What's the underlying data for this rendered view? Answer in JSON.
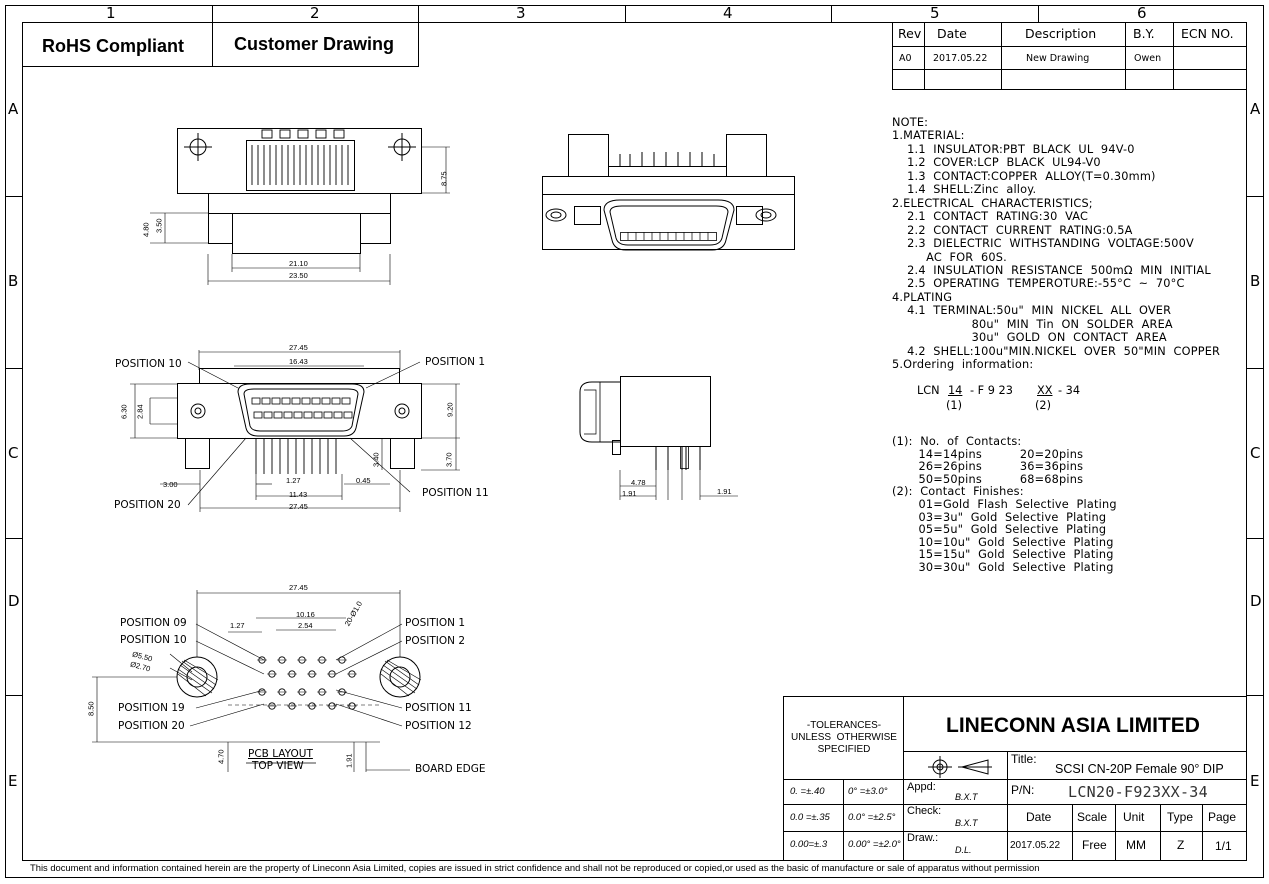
{
  "sheet": {
    "columns": [
      "1",
      "2",
      "3",
      "4",
      "5",
      "6"
    ],
    "rows": [
      "A",
      "B",
      "C",
      "D",
      "E"
    ],
    "header_left": "RoHS Compliant",
    "header_right": "Customer Drawing"
  },
  "revision": {
    "headers": [
      "Rev",
      "Date",
      "Description",
      "B.Y.",
      "ECN  NO."
    ],
    "row": [
      "A0",
      "2017.05.22",
      "New Drawing",
      "Owen",
      ""
    ]
  },
  "notes": {
    "lines": [
      "NOTE:",
      "1.MATERIAL:",
      "    1.1  INSULATOR:PBT  BLACK  UL  94V-0",
      "    1.2  COVER:LCP  BLACK  UL94-V0",
      "    1.3  CONTACT:COPPER  ALLOY(T=0.30mm)",
      "    1.4  SHELL:Zinc  alloy.",
      "2.ELECTRICAL  CHARACTERISTICS;",
      "    2.1  CONTACT  RATING:30  VAC",
      "    2.2  CONTACT  CURRENT  RATING:0.5A",
      "    2.3  DIELECTRIC  WITHSTANDING  VOLTAGE:500V",
      "         AC  FOR  60S.",
      "    2.4  INSULATION  RESISTANCE  500mΩ  MIN  INITIAL",
      "    2.5  OPERATING  TEMPEROTURE:-55°C  ~  70°C",
      "4.PLATING",
      "    4.1  TERMINAL:50u\"  MIN  NICKEL  ALL  OVER",
      "                     80u\"  MIN  Tin  ON  SOLDER  AREA",
      "                     30u\"  GOLD  ON  CONTACT  AREA",
      "    4.2  SHELL:100u\"MIN.NICKEL  OVER  50\"MIN  COPPER",
      "5.Ordering  information:"
    ],
    "ordering": {
      "prefix": "LCN",
      "contacts": "14",
      "mid": "-  F  9  23",
      "finish": "XX",
      "suffix": "-  34",
      "ref1": "(1)",
      "ref2": "(2)"
    },
    "contacts_lines": [
      "(1):  No.  of  Contacts:",
      "       14=14pins          20=20pins",
      "       26=26pins          36=36pins",
      "       50=50pins          68=68pins",
      "(2):  Contact  Finishes:",
      "       01=Gold  Flash  Selective  Plating",
      "       03=3u\"  Gold  Selective  Plating",
      "       05=5u\"  Gold  Selective  Plating",
      "       10=10u\"  Gold  Selective  Plating",
      "       15=15u\"  Gold  Selective  Plating",
      "       30=30u\"  Gold  Selective  Plating"
    ]
  },
  "labels": {
    "pos10": "POSITION  10",
    "pos1": "POSITION  1",
    "pos20": "POSITION  20",
    "pos11": "POSITION  11",
    "b_pos09": "POSITION  09",
    "b_pos10": "POSITION  10",
    "b_pos19": "POSITION  19",
    "b_pos20": "POSITION  20",
    "b_pos1": "POSITION  1",
    "b_pos2": "POSITION  2",
    "b_pos11": "POSITION  11",
    "b_pos12": "POSITION  12",
    "board_edge": "BOARD  EDGE",
    "pcb_layout": "PCB  LAYOUT",
    "top_view": "TOP  VIEW"
  },
  "dims": {
    "d875": "8.75",
    "d480": "4.80",
    "d350": "3.50",
    "d2110": "21.10",
    "d2350": "23.50",
    "d2745a": "27.45",
    "d1643": "16.43",
    "d630": "6.30",
    "d284": "2.84",
    "d920": "9.20",
    "d340": "3.40",
    "d370": "3.70",
    "d300": "3.00",
    "d127a": "1.27",
    "d045": "0.45",
    "d1143": "11.43",
    "d2745b": "27.45",
    "d478": "4.78",
    "d191a": "1.91",
    "d191b": "1.91",
    "d2745c": "27.45",
    "d1016": "10.16",
    "d254": "2.54",
    "d127b": "1.27",
    "d20x": "20-Ø1.0",
    "d550": "Ø5.50",
    "d270": "Ø2.70",
    "d850": "8.50",
    "d470": "4.70",
    "d191c": "1.91"
  },
  "title_block": {
    "company": "LINECONN ASIA LIMITED",
    "tol_title": "-TOLERANCES-\nUNLESS  OTHERWISE\nSPECIFIED",
    "tol_rows": [
      [
        "0.   =±.40",
        "0°    =±3.0°"
      ],
      [
        "0.0  =±.35",
        "0.0°  =±2.5°"
      ],
      [
        "0.00=±.3",
        "0.00°  =±2.0°"
      ]
    ],
    "appd_label": "Appd:",
    "appd_val": "B.X.T",
    "check_label": "Check:",
    "check_val": "B.X.T",
    "draw_label": "Draw.:",
    "draw_val": "D.L.",
    "title_label": "Title:",
    "title_val": "SCSI CN-20P Female 90° DIP",
    "pn_label": "P/N:",
    "pn_val": "LCN20-F923XX-34",
    "cols": [
      "Date",
      "Scale",
      "Unit",
      "Type",
      "Page"
    ],
    "vals": [
      "2017.05.22",
      "Free",
      "MM",
      "Z",
      "1/1"
    ]
  },
  "footer": "This document and information contained herein are the property of Lineconn Asia Limited, copies are issued in strict confidence  and shall not be reproduced or copied,or used as the basic of manufacture or sale of apparatus without permission"
}
